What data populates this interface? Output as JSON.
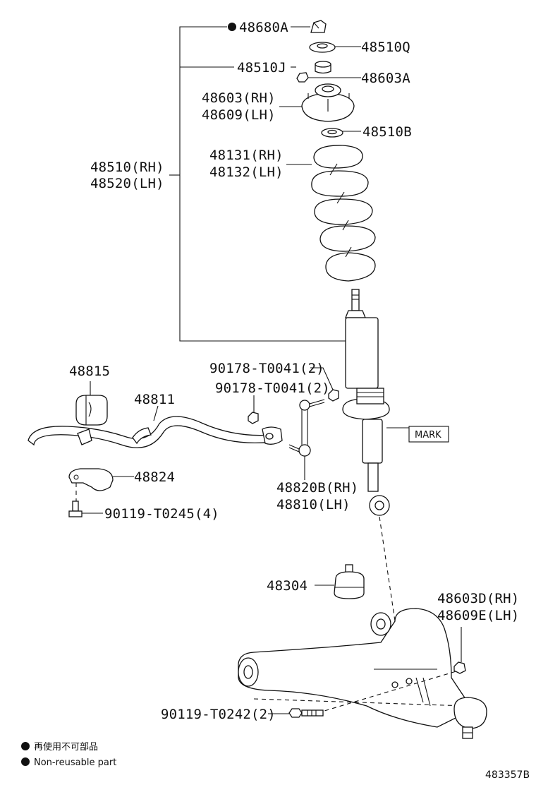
{
  "labels": {
    "p48680A": "48680A",
    "p48510Q": "48510Q",
    "p48510J": "48510J",
    "p48603A": "48603A",
    "p48603RH": "48603(RH)",
    "p48609LH": "48609(LH)",
    "p48510B": "48510B",
    "p48510RH": "48510(RH)",
    "p48520LH": "48520(LH)",
    "p48131RH": "48131(RH)",
    "p48132LH": "48132(LH)",
    "p48815": "48815",
    "p48811": "48811",
    "p90178a": "90178-T0041(2)",
    "p90178b": "90178-T0041(2)",
    "p48824": "48824",
    "p90119a": "90119-T0245(4)",
    "p48820B": "48820B(RH)",
    "p48810": "48810(LH)",
    "mark": "MARK",
    "p48304": "48304",
    "p48603D": "48603D(RH)",
    "p48609E": "48609E(LH)",
    "p90119b": "90119-T0242(2)"
  },
  "legend": {
    "jp": "再使用不可部品",
    "en": "Non-reusable part"
  },
  "diagram_id": "483357B"
}
